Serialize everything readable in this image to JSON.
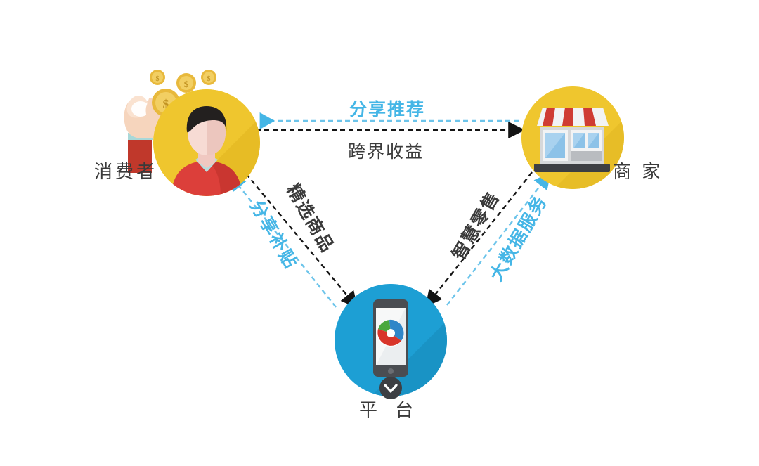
{
  "diagram": {
    "title": "",
    "background_color": "#ffffff",
    "colors": {
      "node_yellow": "#efc62e",
      "node_blue": "#1d9fd4",
      "arrow_blue": "#45b6e6",
      "arrow_dark": "#1a1a1a",
      "label_dark": "#3a3a3a",
      "accent_red": "#e0443a",
      "coin_gold": "#e8b93c"
    },
    "nodes": [
      {
        "id": "consumer",
        "label": "消费者",
        "icon": "person-avatar-icon",
        "accessory_icon": "hand-with-coins-icon",
        "circle_color": "#efc62e"
      },
      {
        "id": "merchant",
        "label": "商 家",
        "icon": "storefront-icon",
        "circle_color": "#efc62e"
      },
      {
        "id": "platform",
        "label": "平 台",
        "icon": "smartphone-icon",
        "badge_icon": "chevron-down-icon",
        "circle_color": "#1d9fd4"
      }
    ],
    "edges": [
      {
        "id": "consumer-to-merchant-top",
        "label": "分享推荐",
        "color": "#45b6e6",
        "style": "dashed",
        "direction": "merchant-to-consumer",
        "position": "top-upper"
      },
      {
        "id": "merchant-to-consumer-bottom",
        "label": "跨界收益",
        "color": "#1a1a1a",
        "style": "dashed",
        "direction": "consumer-to-merchant",
        "position": "top-lower"
      },
      {
        "id": "platform-to-consumer",
        "label": "精选商品",
        "color": "#1a1a1a",
        "style": "dashed",
        "direction": "consumer-to-platform",
        "position": "left-inner"
      },
      {
        "id": "consumer-subsidy",
        "label": "分享补贴",
        "color": "#45b6e6",
        "style": "dashed",
        "direction": "platform-to-consumer",
        "position": "left-outer"
      },
      {
        "id": "merchant-smart-retail",
        "label": "智慧零售",
        "color": "#1a1a1a",
        "style": "dashed",
        "direction": "merchant-to-platform",
        "position": "right-inner"
      },
      {
        "id": "platform-bigdata",
        "label": "大数据服务",
        "color": "#45b6e6",
        "style": "dashed",
        "direction": "platform-to-merchant",
        "position": "right-outer"
      }
    ]
  }
}
